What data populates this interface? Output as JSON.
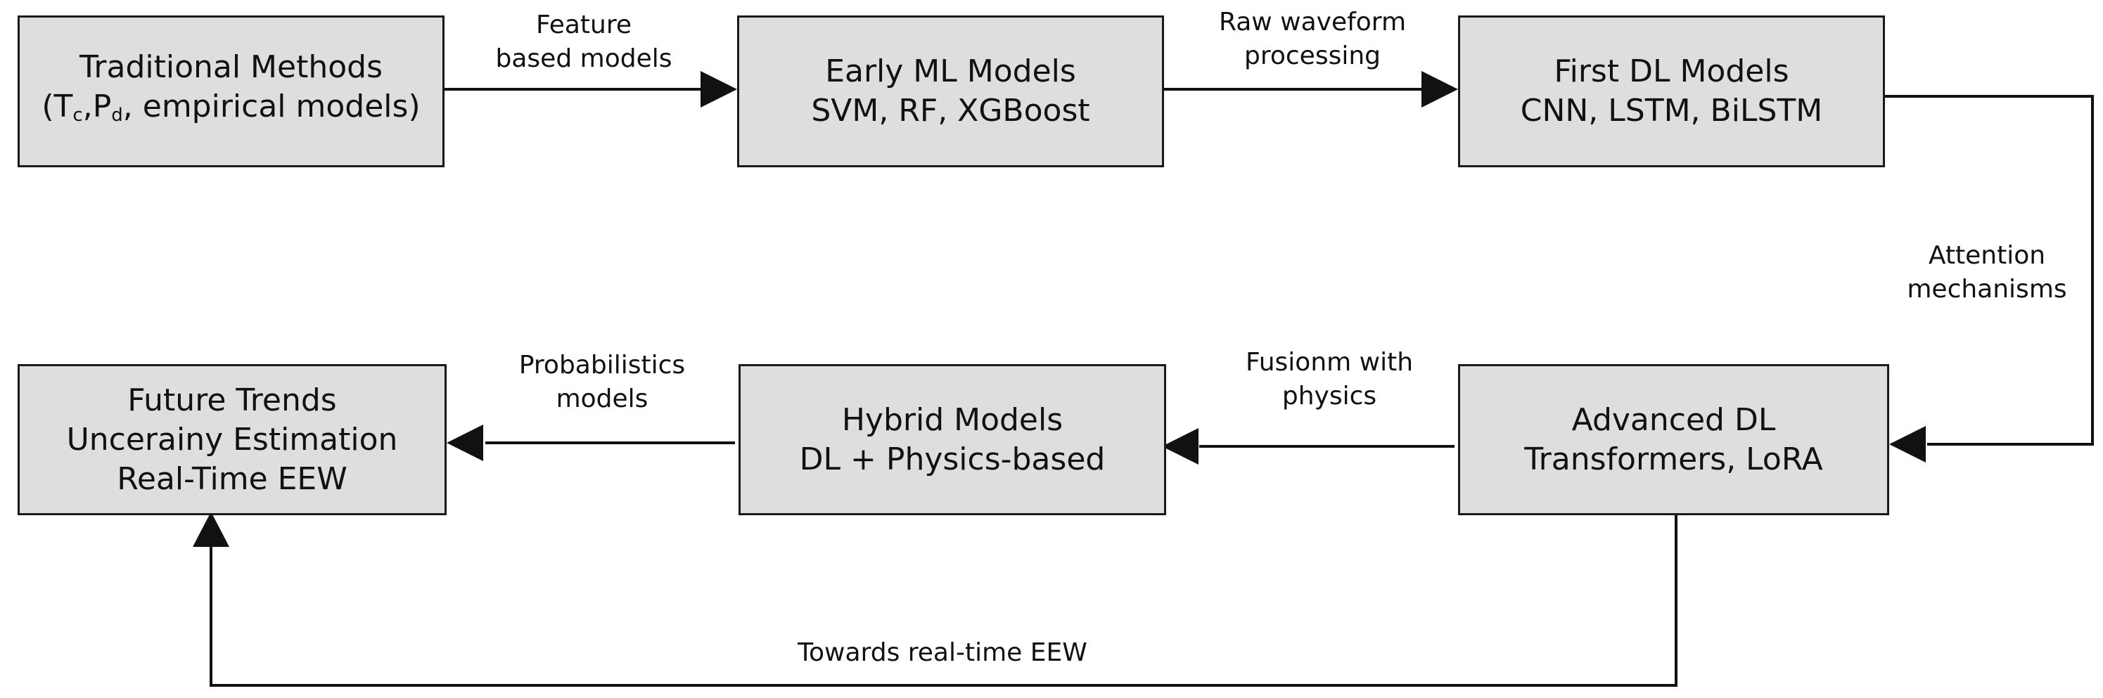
{
  "nodes": {
    "traditional": {
      "line1": "Traditional Methods",
      "line2": {
        "open": "(",
        "t": "T",
        "t_sub": "c",
        "sep": ",",
        "p": "P",
        "p_sub": "d",
        "rest": ", empirical models)"
      }
    },
    "early_ml": {
      "line1": "Early ML Models",
      "line2": "SVM, RF, XGBoost"
    },
    "first_dl": {
      "line1": "First DL Models",
      "line2": "CNN, LSTM, BiLSTM"
    },
    "advanced_dl": {
      "line1": "Advanced DL",
      "line2": "Transformers, LoRA"
    },
    "hybrid": {
      "line1": "Hybrid Models",
      "line2": "DL + Physics-based"
    },
    "future": {
      "line1": "Future Trends",
      "line2": "Uncerainy Estimation",
      "line3": "Real-Time EEW"
    }
  },
  "edges": {
    "traditional_to_early": {
      "line1": "Feature",
      "line2": "based models"
    },
    "early_to_first": {
      "line1": "Raw waveform",
      "line2": "processing"
    },
    "first_to_advanced": {
      "line1": "Attention",
      "line2": "mechanisms"
    },
    "advanced_to_hybrid": {
      "line1": "Fusionm with",
      "line2": "physics"
    },
    "hybrid_to_future": {
      "line1": "Probabilistics",
      "line2": "models"
    },
    "advanced_to_future": {
      "line1": "Towards real-time EEW"
    }
  }
}
